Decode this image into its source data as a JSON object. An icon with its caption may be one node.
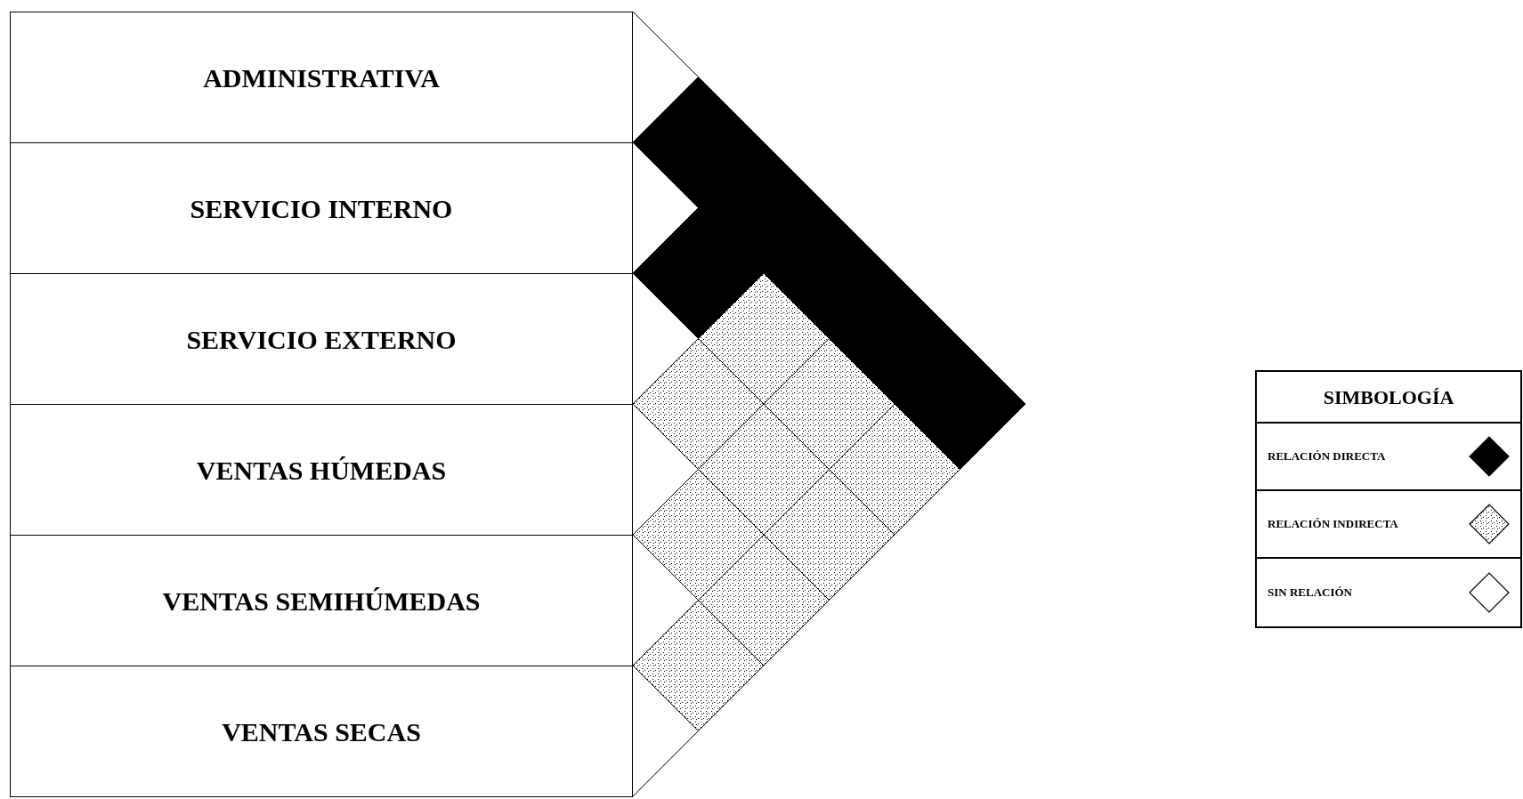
{
  "diagram": {
    "nodes": [
      {
        "text": [
          "ADMINISTRATIVA"
        ]
      },
      {
        "text": [
          "SERVICIO INTERNO"
        ]
      },
      {
        "text": [
          "SERVICIO EXTERNO"
        ]
      },
      {
        "text": [
          "VENTAS HÚMEDAS"
        ]
      },
      {
        "text": [
          "VENTAS SEMIHÚMEDAS"
        ]
      },
      {
        "text": [
          "VENTAS SECAS"
        ]
      }
    ],
    "labels": [
      "SIMBOLOGÍA"
    ],
    "legend": [
      {
        "text": "RELACIÓN DIRECTA",
        "color": "#000000"
      },
      {
        "text": "RELACIÓN INDIRECTA"
      },
      {
        "text": "SIN RELACIÓN"
      }
    ]
  }
}
